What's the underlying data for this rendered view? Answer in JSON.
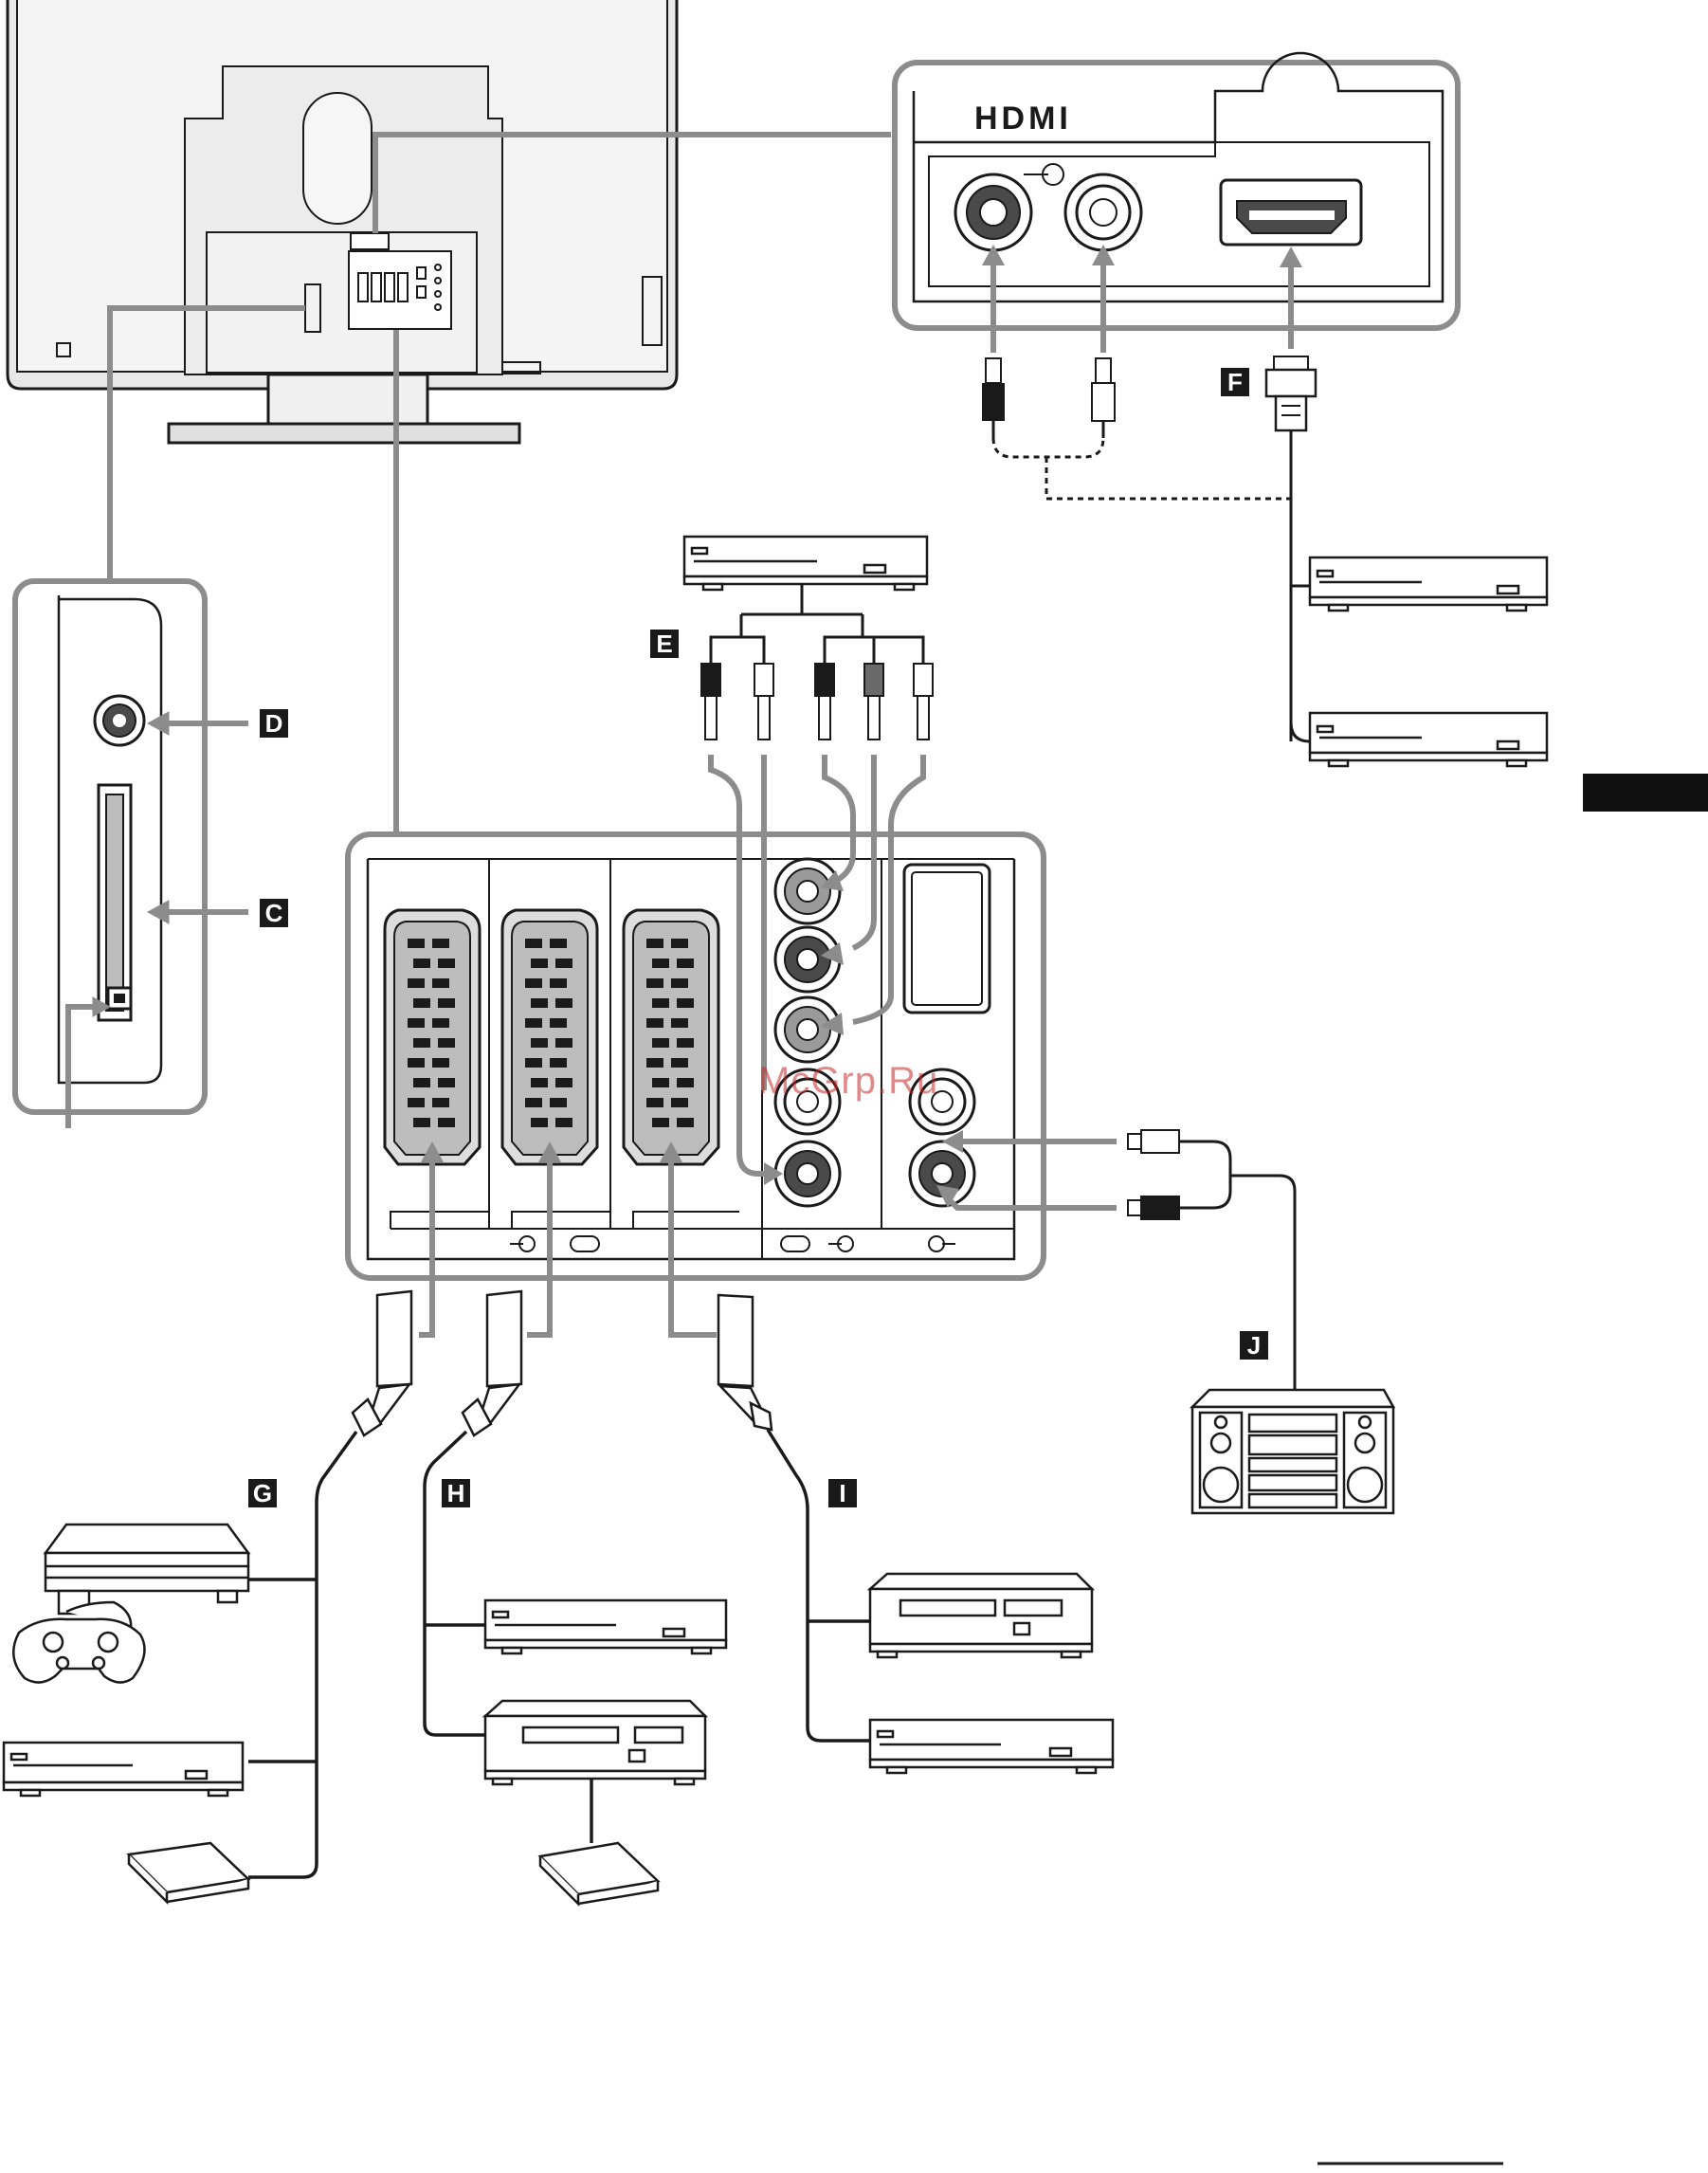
{
  "labels": {
    "C": "C",
    "D": "D",
    "E": "E",
    "F": "F",
    "G": "G",
    "H": "H",
    "I": "I",
    "J": "J"
  },
  "hdmi_logo": "HDMI",
  "watermark": "McGrp.Ru",
  "colors": {
    "line": "#1a1a1a",
    "cable_gray": "#8c8c8c",
    "panel_gray": "#8c8c8c",
    "jack_dark": "#4a4a4a",
    "jack_mid": "#9a9a9a",
    "label_bg": "#1a1a1a",
    "watermark": "#c83232"
  }
}
